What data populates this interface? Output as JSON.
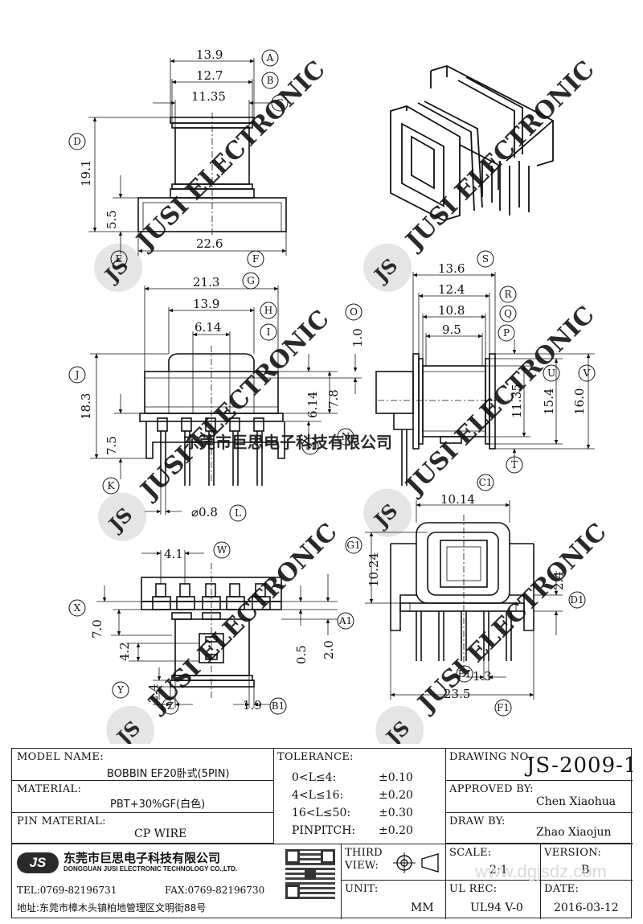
{
  "dimensions": {
    "top_view": {
      "a": "13.9",
      "b": "12.7",
      "c": "11.35",
      "d": "19.1",
      "e": "5.5",
      "f": "22.6"
    },
    "front_view": {
      "g": "21.3",
      "h": "13.9",
      "i": "6.14",
      "j": "18.3",
      "k": "7.5",
      "l": "⌀0.8",
      "m": "6.14",
      "n": "7.8",
      "o": "1.0"
    },
    "side_view": {
      "s": "13.6",
      "r": "12.4",
      "q": "10.8",
      "p": "9.5",
      "t": "11.35",
      "u": "15.4",
      "v": "16.0"
    },
    "bottom_view": {
      "w": "4.1",
      "x": "7.0",
      "y": "4.2",
      "z": "2.4",
      "a1": "0.5",
      "a1b": "2.0",
      "b1": "1.9"
    },
    "end_view": {
      "c1": "10.14",
      "g1": "10.24",
      "d1": "2.4",
      "e1": "1.3",
      "f1": "23.5"
    }
  },
  "callouts": [
    "A",
    "B",
    "C",
    "D",
    "E",
    "F",
    "G",
    "H",
    "I",
    "J",
    "K",
    "L",
    "M",
    "N",
    "O",
    "P",
    "Q",
    "R",
    "S",
    "T",
    "U",
    "V",
    "W",
    "X",
    "Y",
    "Z",
    "A1",
    "B1",
    "C1",
    "D1",
    "E1",
    "F1",
    "G1"
  ],
  "watermark": {
    "text": "JUSI ELECTRONIC",
    "logo": "JS",
    "overlay": "东莞市巨思电子科技有限公司"
  },
  "title_block": {
    "model_name_label": "MODEL NAME:",
    "model_name": "BOBBIN EF20卧式(5PIN)",
    "material_label": "MATERIAL:",
    "material": "PBT+30%GF(白色)",
    "pin_material_label": "PIN MATERIAL:",
    "pin_material": "CP WIRE",
    "tolerance_label": "TOLERANCE:",
    "tolerances": [
      {
        "range": "0<L≤4:",
        "value": "±0.10"
      },
      {
        "range": "4<L≤16:",
        "value": "±0.20"
      },
      {
        "range": "16<L≤50:",
        "value": "±0.30"
      },
      {
        "range": "PINPITCH:",
        "value": "±0.20"
      }
    ],
    "drawing_no_label": "DRAWING NO.",
    "drawing_no": "JS-2009-1",
    "approved_by_label": "APPROVED BY:",
    "approved_by": "Chen Xiaohua",
    "draw_by_label": "DRAW BY:",
    "draw_by": "Zhao Xiaojun",
    "company_logo": "JS",
    "company_cn": "东莞市巨思电子科技有限公司",
    "company_en": "DONGGUAN JUSI ELECTRONIC TECHNOLOGY CO.,LTD.",
    "tel": "TEL:0769-82196731",
    "fax": "FAX:0769-82196730",
    "address": "地址:东莞市樟木头镇柏地管理区文明街88号",
    "third_view_label": "THIRD VIEW:",
    "unit_label": "UNIT:",
    "unit": "MM",
    "scale_label": "SCALE:",
    "scale": "2:1",
    "ul_rec_label": "UL REC:",
    "ul_rec": "UL94 V-0",
    "version_label": "VERSION:",
    "version": "B",
    "date_label": "DATE:",
    "date": "2016-03-12",
    "site_watermark": "www.dgjsdz.com"
  }
}
